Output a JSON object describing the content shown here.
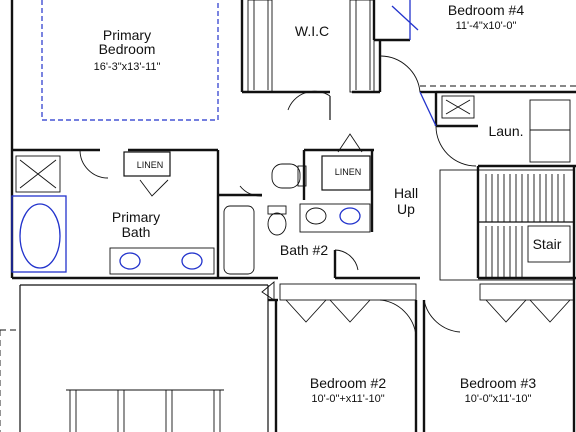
{
  "rooms": {
    "primary_bedroom": {
      "name_line1": "Primary",
      "name_line2": "Bedroom",
      "dims": "16'-3\"x13'-11\""
    },
    "wic": {
      "name": "W.I.C"
    },
    "bedroom4": {
      "name": "Bedroom #4",
      "dims": "11'-4\"x10'-0\""
    },
    "laundry": {
      "name": "Laun."
    },
    "linen1": {
      "name": "LINEN"
    },
    "linen2": {
      "name": "LINEN"
    },
    "hall": {
      "line1": "Hall",
      "line2": "Up"
    },
    "primary_bath": {
      "name_line1": "Primary",
      "name_line2": "Bath"
    },
    "bath2": {
      "name": "Bath #2"
    },
    "stair": {
      "name": "Stair"
    },
    "bedroom2": {
      "name": "Bedroom #2",
      "dims": "10'-0\"+x11'-10\""
    },
    "bedroom3": {
      "name": "Bedroom #3",
      "dims": "10'-0\"x11'-10\""
    }
  },
  "colors": {
    "wall": "#111111",
    "accent_blue": "#2233cc",
    "background": "#ffffff"
  }
}
